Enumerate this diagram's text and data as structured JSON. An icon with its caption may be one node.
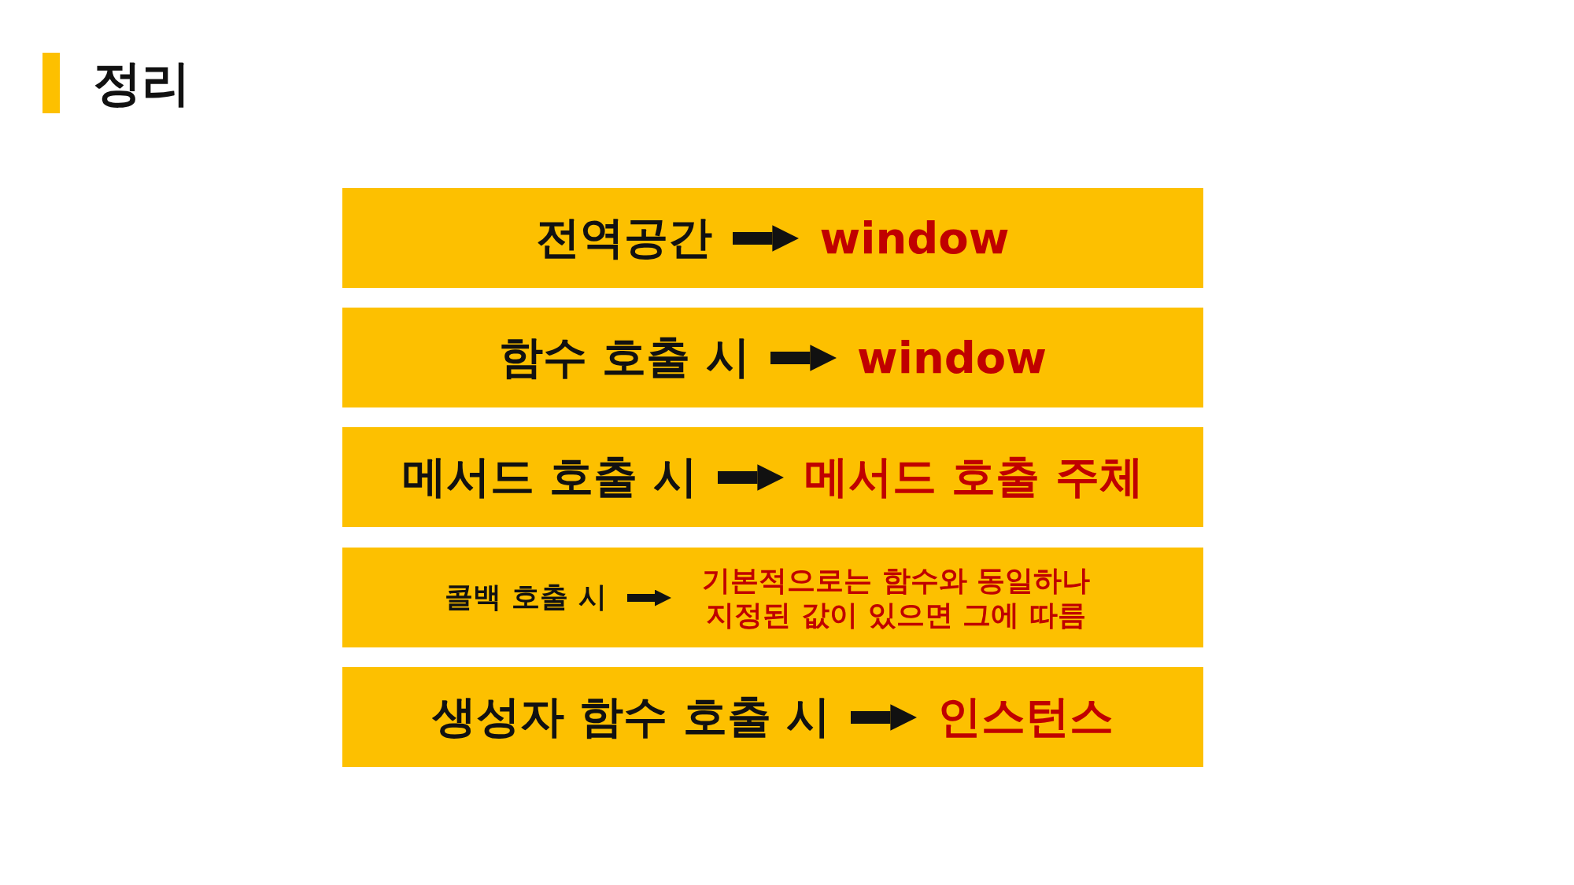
{
  "diagram": {
    "title": "정리",
    "nodes": [
      {
        "text": [],
        "shape": "bar"
      },
      {
        "text": [
          "전역공간"
        ],
        "in": 0
      },
      {
        "text": [
          "window"
        ],
        "in": 0
      },
      {
        "text": [],
        "shape": "bar"
      },
      {
        "text": [
          "함수 호출 시"
        ],
        "in": 3
      },
      {
        "text": [
          "window"
        ],
        "in": 3
      },
      {
        "text": [],
        "shape": "bar"
      },
      {
        "text": [
          "메서드 호출 시"
        ],
        "in": 6
      },
      {
        "text": [
          "메서드 호출 주체"
        ],
        "in": 6
      },
      {
        "text": [],
        "shape": "bar"
      },
      {
        "text": [
          "콜백 호출 시"
        ],
        "in": 9
      },
      {
        "text": [
          "기본적으로는 함수와 동일하나 지정된 값이 있으면 그에 따름"
        ],
        "in": 9
      },
      {
        "text": [],
        "shape": "bar"
      },
      {
        "text": [
          "생성자 함수 호출 시"
        ],
        "in": 12
      },
      {
        "text": [
          "인스턴스"
        ],
        "in": 12
      }
    ],
    "edges": [
      {
        "from": 1,
        "to": 2,
        "arrow": "to"
      },
      {
        "from": 4,
        "to": 5,
        "arrow": "to"
      },
      {
        "from": 7,
        "to": 8,
        "arrow": "to"
      },
      {
        "from": 10,
        "to": 11,
        "arrow": "to"
      },
      {
        "from": 13,
        "to": 14,
        "arrow": "to"
      }
    ]
  }
}
